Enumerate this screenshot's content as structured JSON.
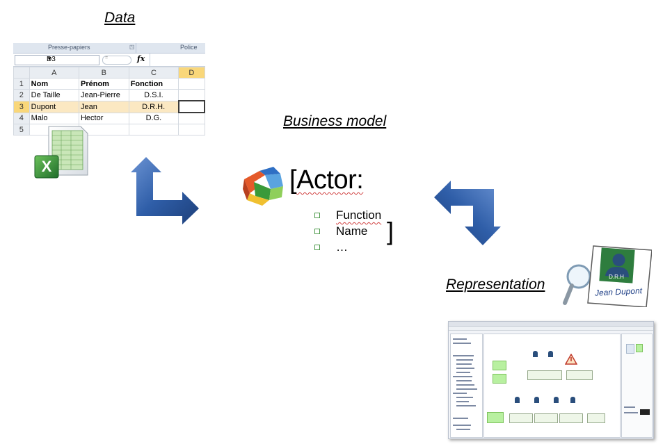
{
  "headings": {
    "data": "Data",
    "business_model": "Business model",
    "representation": "Representation"
  },
  "excel": {
    "ribbon_group_1": "Presse-papiers",
    "ribbon_group_2": "Police",
    "name_box": "D3",
    "formula_icon": "fx",
    "columns": [
      "A",
      "B",
      "C"
    ],
    "partial_column": "D",
    "rows": [
      {
        "num": "1",
        "cells": [
          "Nom",
          "Prénom",
          "Fonction"
        ]
      },
      {
        "num": "2",
        "cells": [
          "De Taille",
          "Jean-Pierre",
          "D.S.I."
        ]
      },
      {
        "num": "3",
        "cells": [
          "Dupont",
          "Jean",
          "D.R.H."
        ]
      },
      {
        "num": "4",
        "cells": [
          "Malo",
          "Hector",
          "D.G."
        ]
      },
      {
        "num": "5",
        "cells": [
          "",
          "",
          ""
        ]
      }
    ]
  },
  "business_model": {
    "open_bracket": "[",
    "actor_label": "Actor:",
    "attributes": [
      "Function",
      "Name",
      "…"
    ],
    "close_bracket": "]"
  },
  "representation": {
    "card_role": "D.R.H",
    "card_name": "Jean Dupont"
  },
  "colors": {
    "arrow_blue": "#2f5ea8",
    "excel_green": "#3a8a3a",
    "card_green": "#2e7d3e",
    "bullet_green": "#4d9a4a"
  }
}
